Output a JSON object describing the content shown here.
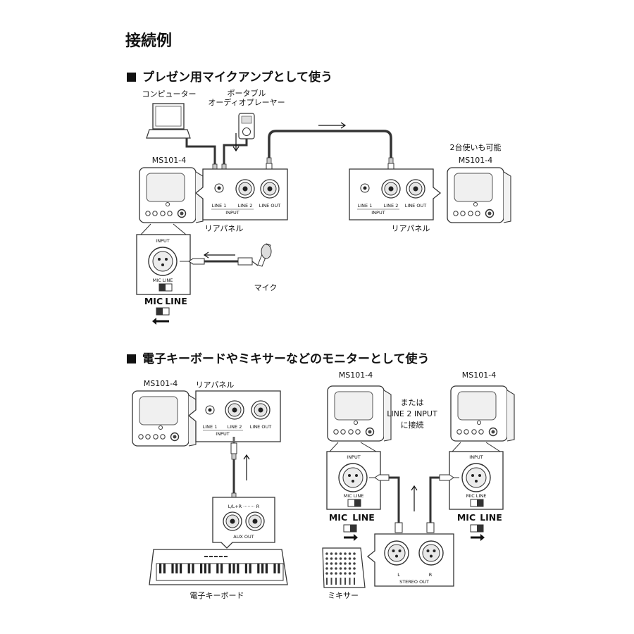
{
  "page_title": "接続例",
  "section1": {
    "title": "プレゼン用マイクアンプとして使う",
    "computer": "コンピューター",
    "player_line1": "ポータブル",
    "player_line2": "オーディオプレーヤー",
    "model_left": "MS101-4",
    "model_right": "MS101-4",
    "two_units": "2台使いも可能",
    "rear_panel_left": "リアパネル",
    "rear_panel_right": "リアパネル",
    "mic": "マイク",
    "switch_mic": "MIC",
    "switch_line": "LINE"
  },
  "section2": {
    "title": "電子キーボードやミキサーなどのモニターとして使う",
    "model_a": "MS101-4",
    "model_b": "MS101-4",
    "model_c": "MS101-4",
    "rear_panel": "リアパネル",
    "note_line1": "または",
    "note_line2": "LINE 2 INPUT",
    "note_line3": "に接続",
    "keyboard": "電子キーボード",
    "mixer": "ミキサー",
    "switch_mic": "MIC",
    "switch_line": "LINE"
  },
  "panel": {
    "line1": "LINE 1",
    "line2": "LINE 2",
    "line_out": "LINE OUT",
    "input": "INPUT",
    "mic_line_small": "MIC  LINE",
    "aux_out": "AUX OUT",
    "aux_lr": "L/L+R ········ R",
    "stereo_out": "STEREO  OUT",
    "l": "L",
    "r": "R"
  }
}
